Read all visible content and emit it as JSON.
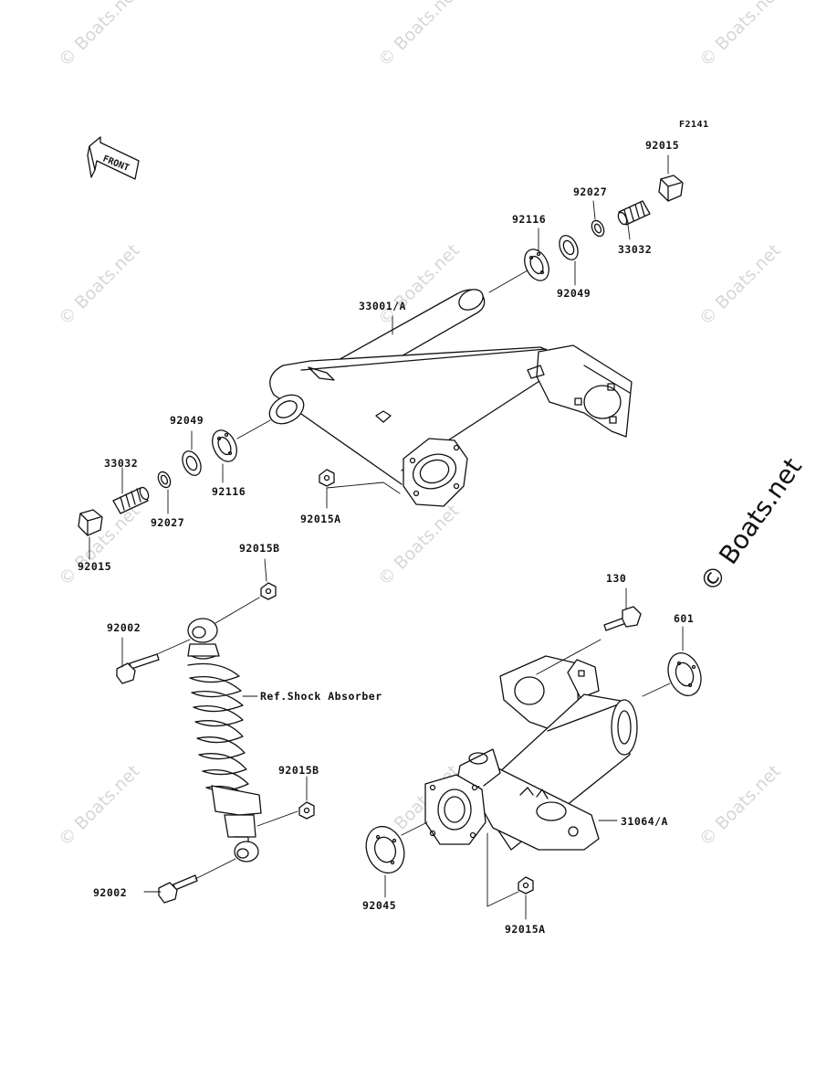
{
  "figure_code": "F2141",
  "front_label": "FRONT",
  "ref_label": "Ref.Shock Absorber",
  "watermark_text": "© Boats.net",
  "part_labels": {
    "p92015_top": "92015",
    "p92027_top": "92027",
    "p92116_top": "92116",
    "p33032_top": "33032",
    "p92049_top": "92049",
    "p33001": "33001/A",
    "p92049_left": "92049",
    "p33032_left": "33032",
    "p92116_left": "92116",
    "p92027_left": "92027",
    "p92015_left": "92015",
    "p92015A_mid": "92015A",
    "p92015B_top": "92015B",
    "p92002_top": "92002",
    "p130": "130",
    "p601": "601",
    "p92015B_low": "92015B",
    "p31064": "31064/A",
    "p92002_low": "92002",
    "p92045": "92045",
    "p92015A_low": "92015A"
  }
}
